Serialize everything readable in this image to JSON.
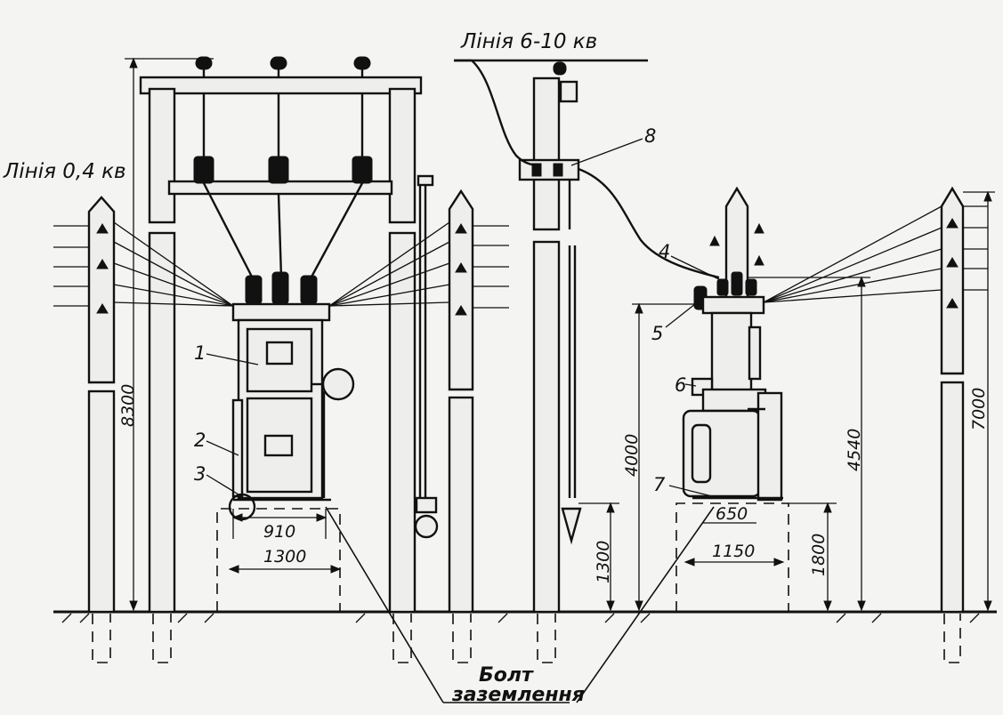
{
  "labels": {
    "line_hv": "Лінія 6-10 кв",
    "line_lv": "Лінія 0,4 кв",
    "bolt_line1": "Болт",
    "bolt_line2": "заземлення"
  },
  "callouts": [
    "1",
    "2",
    "3",
    "4",
    "5",
    "6",
    "7",
    "8"
  ],
  "dimensions": {
    "d8300": "8300",
    "d910": "910",
    "d1300_base": "1300",
    "d4000": "4000",
    "d1300_drive": "1300",
    "d650": "650",
    "d1150": "1150",
    "d1800": "1800",
    "d4540": "4540",
    "d7000": "7000"
  }
}
